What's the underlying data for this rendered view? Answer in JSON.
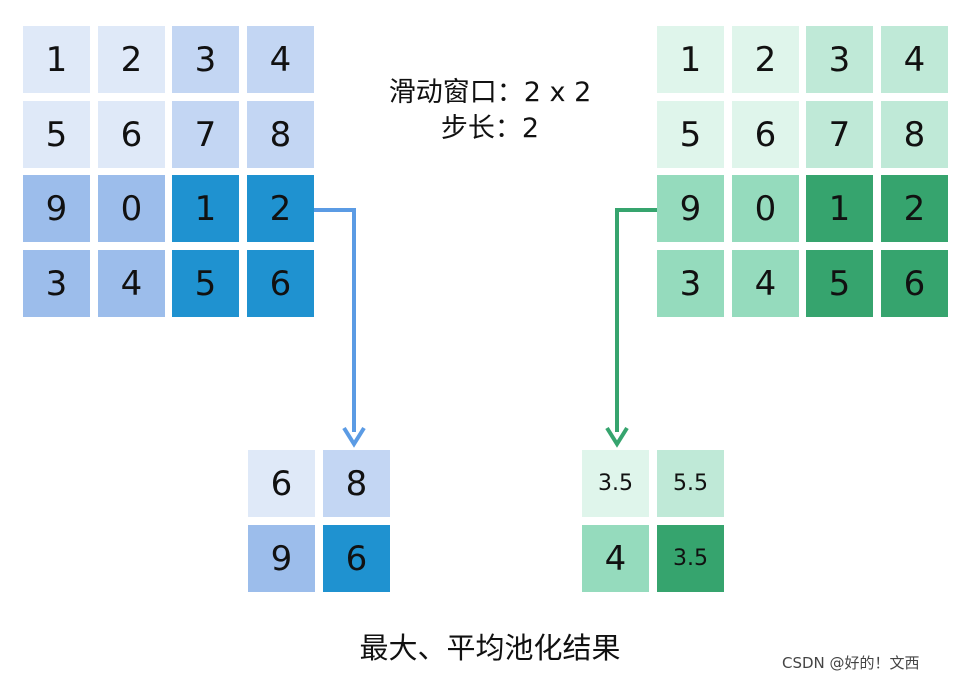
{
  "input_grid": {
    "values": [
      [
        "1",
        "2",
        "3",
        "4"
      ],
      [
        "5",
        "6",
        "7",
        "8"
      ],
      [
        "9",
        "0",
        "1",
        "2"
      ],
      [
        "3",
        "4",
        "5",
        "6"
      ]
    ]
  },
  "window_label": "滑动窗口：2 x 2",
  "stride_label": "步长：2",
  "max_pool_result": [
    [
      "6",
      "8"
    ],
    [
      "9",
      "6"
    ]
  ],
  "avg_pool_result": [
    [
      "3.5",
      "5.5"
    ],
    [
      "4",
      "3.5"
    ]
  ],
  "bottom_title": "最大、平均池化结果",
  "watermark": "CSDN @好的！文西",
  "colors": {
    "blue_arrow": "#5b9be4",
    "green_arrow": "#36a46e",
    "blue_shades": [
      "#dfe9f8",
      "#c3d6f3",
      "#9cbdeb",
      "#1f92d0"
    ],
    "green_shades": [
      "#dff5eb",
      "#bfe9d7",
      "#95dbbd",
      "#36a46e"
    ]
  }
}
